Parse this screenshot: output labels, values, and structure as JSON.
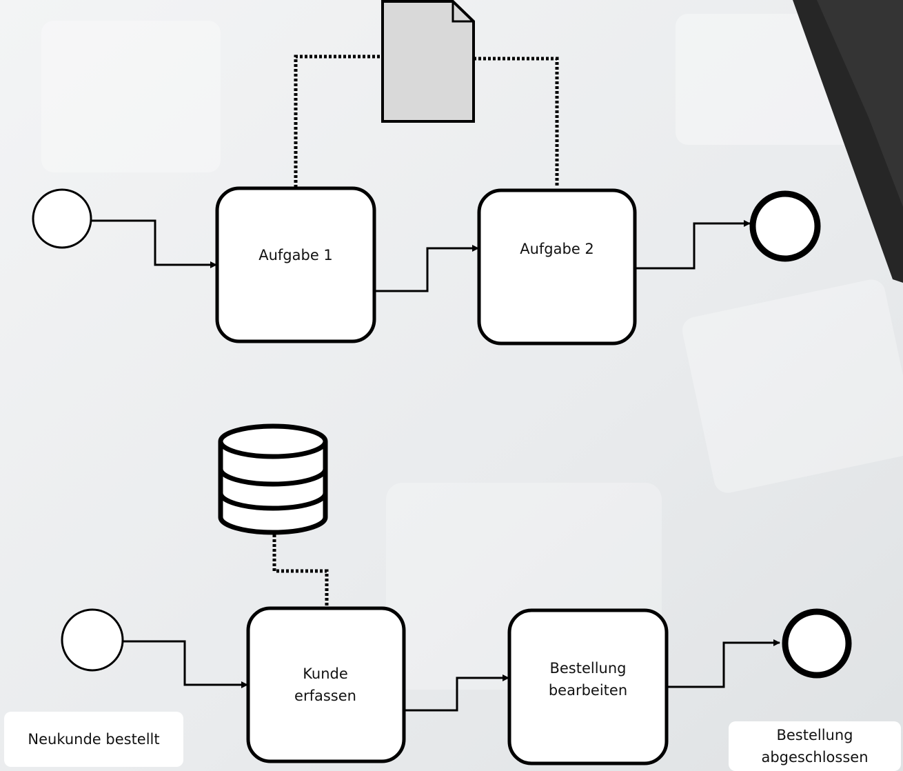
{
  "diagram": {
    "tasks": [
      {
        "label": "Aufgabe 1"
      },
      {
        "label": "Aufgabe 2"
      },
      {
        "label": "Kunde\nerfassen"
      },
      {
        "label": "Bestellung\nbearbeiten"
      }
    ],
    "events": {
      "start_label": "Neukunde bestellt",
      "end_label": "Bestellung\nabgeschlossen"
    },
    "artifacts": [
      {
        "type": "data-object"
      },
      {
        "type": "data-store"
      }
    ]
  },
  "colors": {
    "stroke": "#000000",
    "task_fill": "#ffffff",
    "document_fill": "#d9d9d9",
    "background": "#eceff1",
    "corner_dark": "#262626"
  }
}
